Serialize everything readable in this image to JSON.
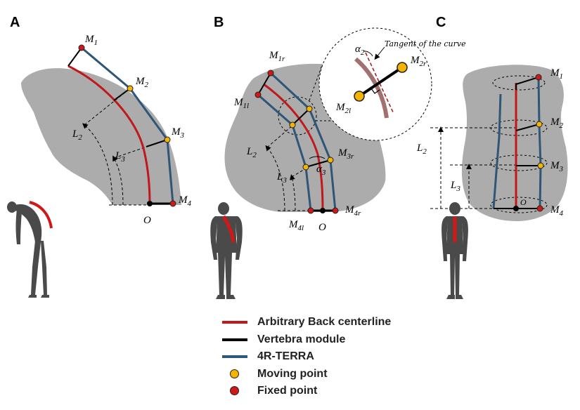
{
  "panels": {
    "a": {
      "label": "A",
      "points": {
        "m1": "M",
        "m1_sub": "1",
        "m2": "M",
        "m2_sub": "2",
        "m3": "M",
        "m3_sub": "3",
        "m4": "M",
        "m4_sub": "4",
        "o": "O"
      },
      "lengths": {
        "l2": "L",
        "l2_sub": "2",
        "l3": "L",
        "l3_sub": "3"
      }
    },
    "b": {
      "label": "B",
      "points": {
        "m1r": "M",
        "m1r_sub": "1r",
        "m1l": "M",
        "m1l_sub": "1l",
        "m3r": "M",
        "m3r_sub": "3r",
        "m4l": "M",
        "m4l_sub": "4l",
        "m4r": "M",
        "m4r_sub": "4r",
        "o": "O"
      },
      "lengths": {
        "l2": "L",
        "l2_sub": "2",
        "l3": "L",
        "l3_sub": "3"
      },
      "angles": {
        "alpha3": "α",
        "alpha3_sub": "3"
      },
      "inset": {
        "alpha2": "α",
        "alpha2_sub": "2",
        "m2r": "M",
        "m2r_sub": "2r",
        "m2l": "M",
        "m2l_sub": "2l",
        "tangent_label": "Tangent of the curve"
      }
    },
    "c": {
      "label": "C",
      "points": {
        "m1": "M",
        "m1_sub": "1",
        "m2": "M",
        "m2_sub": "2",
        "m3": "M",
        "m3_sub": "3",
        "m4": "M",
        "m4_sub": "4",
        "o": "O"
      },
      "lengths": {
        "l2": "L",
        "l2_sub": "2",
        "l3": "L",
        "l3_sub": "3"
      }
    }
  },
  "legend": {
    "items": [
      {
        "label": "Arbitrary Back centerline",
        "symbol": "line",
        "color": "#c0181c"
      },
      {
        "label": "Vertebra module",
        "symbol": "line",
        "color": "#000000"
      },
      {
        "label": "4R-TERRA",
        "symbol": "line",
        "color": "#2f5577"
      },
      {
        "label": "Moving point",
        "symbol": "dot",
        "color": "#f5b400"
      },
      {
        "label": "Fixed point",
        "symbol": "dot",
        "color": "#d01818"
      }
    ]
  },
  "colors": {
    "centerline": "#c0181c",
    "vertebra": "#000000",
    "terra": "#2f5577",
    "moving": "#f5b400",
    "fixed": "#d01818",
    "body": "#a3a3a3",
    "figure": "#4a4a4a"
  }
}
